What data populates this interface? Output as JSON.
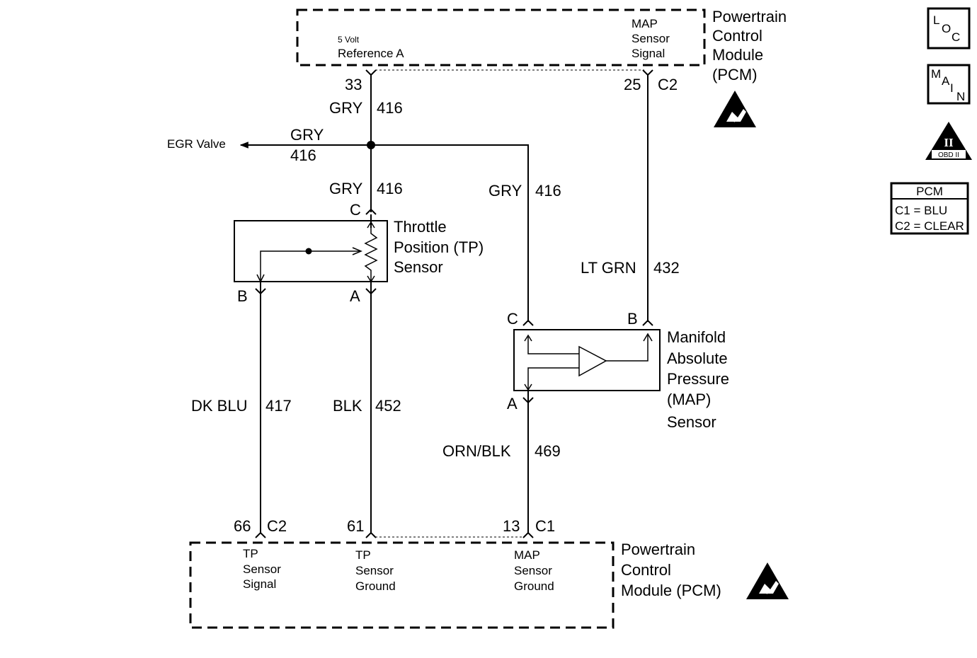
{
  "pcm_top": {
    "title_lines": [
      "Powertrain",
      "Control",
      "Module",
      "(PCM)"
    ],
    "pin_5v_lines": [
      "5 Volt",
      "Reference A"
    ],
    "pin_map_lines": [
      "MAP",
      "Sensor",
      "Signal"
    ],
    "pin_33": "33",
    "pin_25": "25",
    "conn_c2": "C2"
  },
  "pcm_bottom": {
    "title_lines": [
      "Powertrain",
      "Control",
      "Module (PCM)"
    ],
    "tp_signal_lines": [
      "TP",
      "Sensor",
      "Signal"
    ],
    "tp_ground_lines": [
      "TP",
      "Sensor",
      "Ground"
    ],
    "map_ground_lines": [
      "MAP",
      "Sensor",
      "Ground"
    ],
    "pin_66": "66",
    "conn_66": "C2",
    "pin_61": "61",
    "pin_13": "13",
    "conn_13": "C1"
  },
  "wires": {
    "gry_top_color": "GRY",
    "gry_top_num": "416",
    "egr_label": "EGR Valve",
    "egr_color": "GRY",
    "egr_num": "416",
    "gry_tp_color": "GRY",
    "gry_tp_num": "416",
    "gry_map_color": "GRY",
    "gry_map_num": "416",
    "ltgrn_color": "LT GRN",
    "ltgrn_num": "432",
    "dkblu_color": "DK BLU",
    "dkblu_num": "417",
    "blk_color": "BLK",
    "blk_num": "452",
    "ornblk_color": "ORN/BLK",
    "ornblk_num": "469"
  },
  "tp_sensor": {
    "title_lines": [
      "Throttle",
      "Position (TP)",
      "Sensor"
    ],
    "pin_c": "C",
    "pin_b": "B",
    "pin_a": "A"
  },
  "map_sensor": {
    "title_lines": [
      "Manifold",
      "Absolute",
      "Pressure",
      "(MAP)",
      "Sensor"
    ],
    "pin_c": "C",
    "pin_b": "B",
    "pin_a": "A"
  },
  "side_icons": {
    "loc_letters": [
      "L",
      "O",
      "C"
    ],
    "main_letters": [
      "M",
      "A",
      "I",
      "N"
    ],
    "obd_numeral": "II",
    "obd_label": "OBD II",
    "legend_title": "PCM",
    "legend_c1": "C1 = BLU",
    "legend_c2": "C2 = CLEAR"
  }
}
